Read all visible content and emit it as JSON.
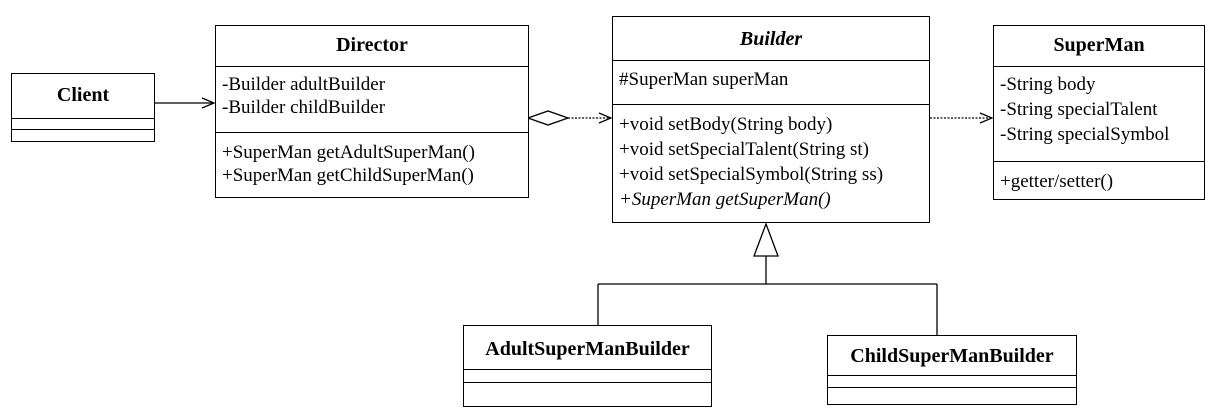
{
  "classes": {
    "client": {
      "name": "Client",
      "attributes": [],
      "operations": []
    },
    "director": {
      "name": "Director",
      "attributes": [
        "-Builder  adultBuilder",
        "-Builder childBuilder"
      ],
      "operations": [
        "+SuperMan getAdultSuperMan()",
        "+SuperMan getChildSuperMan()"
      ]
    },
    "builder": {
      "name": "Builder",
      "abstract": true,
      "attributes": [
        "#SuperMan superMan"
      ],
      "operations": [
        "+void setBody(String body)",
        "+void setSpecialTalent(String st)",
        "+void setSpecialSymbol(String ss)",
        "+SuperMan getSuperMan()"
      ]
    },
    "superman": {
      "name": "SuperMan",
      "attributes": [
        "-String body",
        "-String specialTalent",
        "-String specialSymbol"
      ],
      "operations": [
        "+getter/setter()"
      ]
    },
    "adult_builder": {
      "name": "AdultSuperManBuilder",
      "attributes": [],
      "operations": []
    },
    "child_builder": {
      "name": "ChildSuperManBuilder",
      "attributes": [],
      "operations": []
    }
  }
}
